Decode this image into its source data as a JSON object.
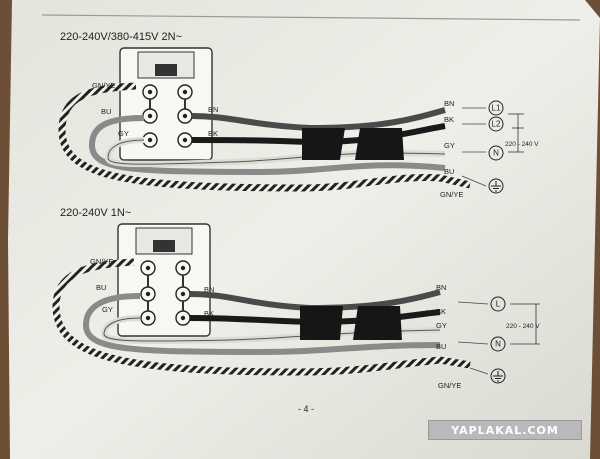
{
  "diagram_top": {
    "title": "220-240V/380-415V 2N~",
    "labels": {
      "gnye_left": "GN/YE",
      "bu": "BU",
      "gy": "GY",
      "bn": "BN",
      "bk": "BK"
    },
    "end_labels": {
      "bn": "BN",
      "bk": "BK",
      "gy": "GY",
      "bu": "BU",
      "gnye": "GN/YE"
    },
    "symbols": {
      "l1": "L1",
      "l2": "L2",
      "n": "N"
    },
    "voltage": "220 - 240 V"
  },
  "diagram_bottom": {
    "title": "220-240V 1N~",
    "labels": {
      "gnye_left": "GN/YE",
      "bu": "BU",
      "gy": "GY",
      "bn": "BN",
      "bk": "BK"
    },
    "end_labels": {
      "bn": "BN",
      "bk": "BK",
      "gy": "GY",
      "bu": "BU",
      "gnye": "GN/YE"
    },
    "symbols": {
      "l": "L",
      "n": "N"
    },
    "voltage": "220 - 240 V"
  },
  "page_number": "- 4 -",
  "watermark": "YAPLAKAL.COM",
  "colors": {
    "paper": "#ecebe4",
    "background": "#6d4e36",
    "black_wire": "#1a1a1a",
    "grey_wire": "#8a8a8a",
    "brown_wire": "#4a4a4a"
  }
}
